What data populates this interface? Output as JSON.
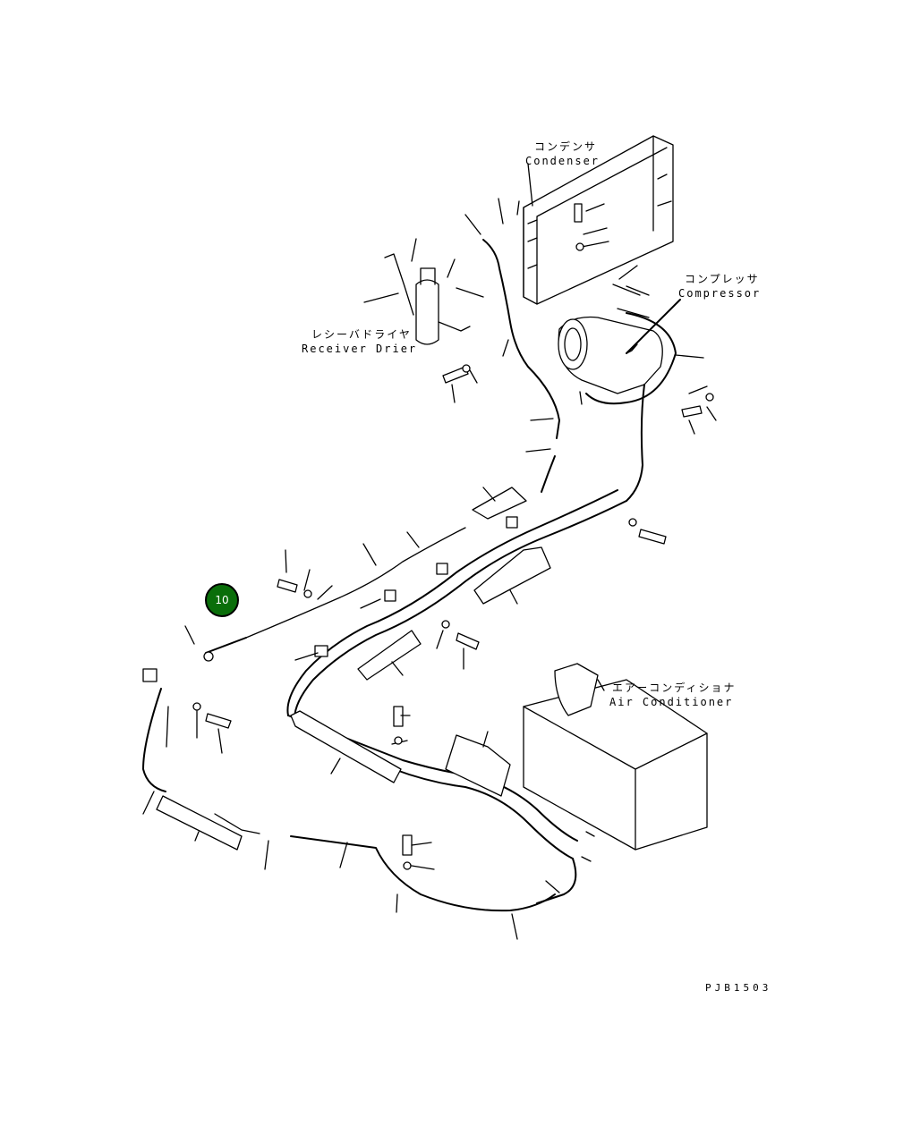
{
  "labels": {
    "condenser_jp": "コンデンサ",
    "condenser_en": "Condenser",
    "compressor_jp": "コンプレッサ",
    "compressor_en": "Compressor",
    "receiver_jp": "レシーバドライヤ",
    "receiver_en": "Receiver Drier",
    "aircon_jp": "エアーコンディショナ",
    "aircon_en": "Air Conditioner"
  },
  "callout": {
    "number": "10",
    "color": "#0a6e0a"
  },
  "drawing_code": "PJB1503"
}
